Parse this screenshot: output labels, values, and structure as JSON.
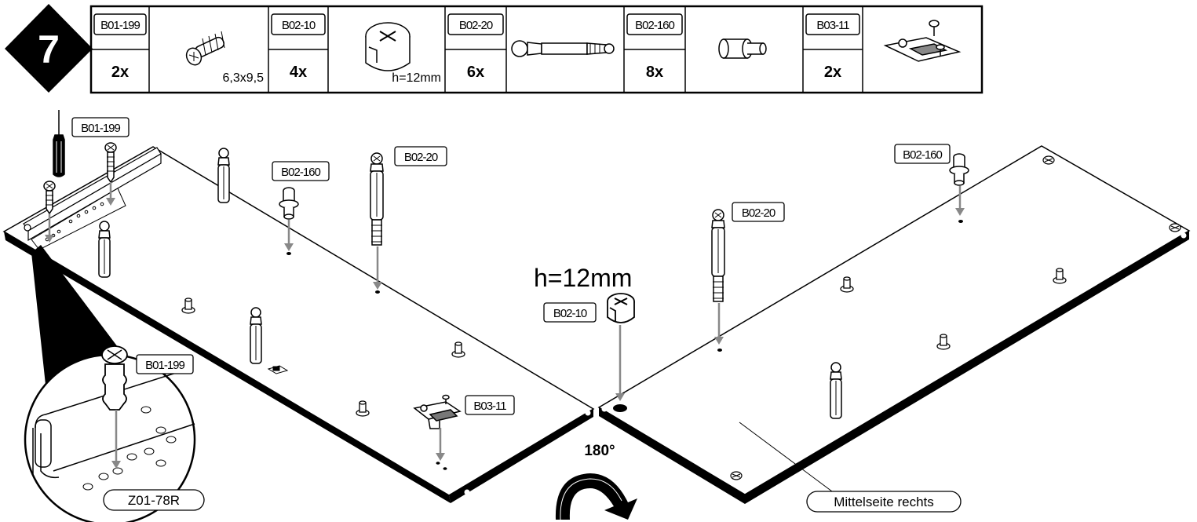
{
  "step": {
    "number": "7"
  },
  "parts_table": [
    {
      "code": "B01-199",
      "qty": "2x",
      "spec": "6,3x9,5",
      "icon": "screw-icon"
    },
    {
      "code": "B02-10",
      "qty": "4x",
      "spec": "h=12mm",
      "icon": "cam-lock-icon"
    },
    {
      "code": "B02-20",
      "qty": "6x",
      "spec": "",
      "icon": "cam-bolt-icon"
    },
    {
      "code": "B02-160",
      "qty": "8x",
      "spec": "",
      "icon": "shelf-pin-icon"
    },
    {
      "code": "B03-11",
      "qty": "2x",
      "spec": "",
      "icon": "hinge-plate-icon"
    }
  ],
  "callouts": {
    "screw_top": "B01-199",
    "shelf_pin_left": "B02-160",
    "cam_bolt_left": "B02-20",
    "cam_bolt_right": "B02-20",
    "shelf_pin_right": "B02-160",
    "cam_lock": "B02-10",
    "cam_height": "h=12mm",
    "hinge_plate": "B03-11",
    "detail_screw": "B01-199",
    "detail_rail": "Z01-78R"
  },
  "rotation": {
    "label": "180°"
  },
  "panel_name": "Mittelseite rechts"
}
